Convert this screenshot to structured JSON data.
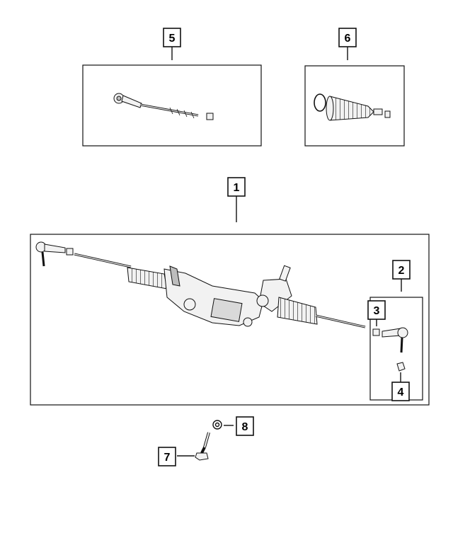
{
  "callouts": {
    "c1": "1",
    "c2": "2",
    "c3": "3",
    "c4": "4",
    "c5": "5",
    "c6": "6",
    "c7": "7",
    "c8": "8"
  },
  "colors": {
    "line": "#111111",
    "part_fill": "#f2f2f2",
    "part_shade": "#bdbdbd",
    "background": "#ffffff"
  }
}
